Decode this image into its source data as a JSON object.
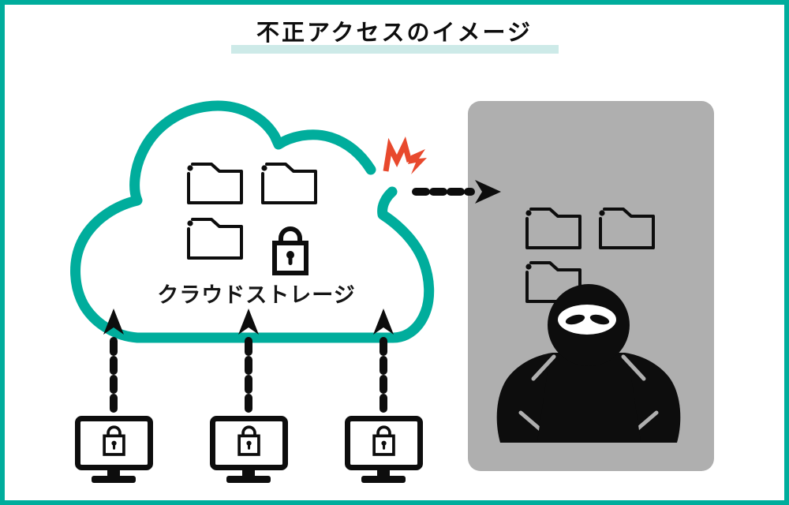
{
  "title": {
    "text": "不正アクセスのイメージ"
  },
  "cloud": {
    "label": "クラウドストレージ",
    "folder_count": 3,
    "locked": true
  },
  "attacker_panel": {
    "folder_count": 3,
    "figure": "hooded-hacker-with-laptop"
  },
  "clients": {
    "monitor_count": 3,
    "locked": true,
    "upload_arrows": 3
  },
  "breach": {
    "spark": "impact-spark",
    "arrow_direction": "right"
  },
  "colors": {
    "teal": "#00ad9c",
    "teal_light": "#cdeae8",
    "alert_red": "#e8492d",
    "panel_gray": "#afafaf",
    "ink": "#0d0d0d"
  }
}
